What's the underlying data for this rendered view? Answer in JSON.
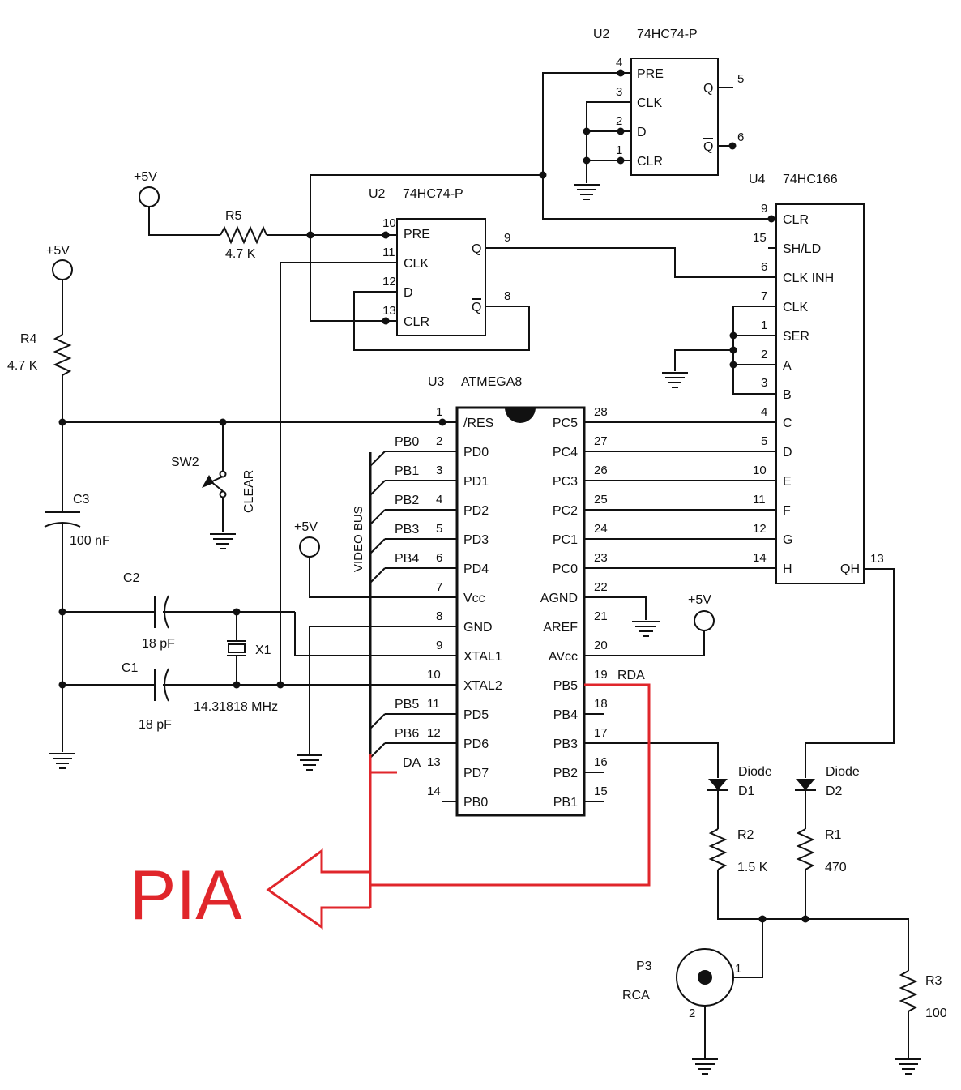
{
  "colors": {
    "wire": "#111111",
    "pia_accent": "#e0262b",
    "background": "#ffffff"
  },
  "components": {
    "u2_top": {
      "ref": "U2",
      "part": "74HC74-P",
      "pins": {
        "pre": "PRE",
        "clk": "CLK",
        "d": "D",
        "clr": "CLR",
        "q": "Q",
        "qn": "Q"
      },
      "pin_numbers": {
        "pre": "4",
        "clk": "3",
        "d": "2",
        "clr": "1",
        "q": "5",
        "qn": "6"
      }
    },
    "u2_mid": {
      "ref": "U2",
      "part": "74HC74-P",
      "pins": {
        "pre": "PRE",
        "clk": "CLK",
        "d": "D",
        "clr": "CLR",
        "q": "Q",
        "qn": "Q"
      },
      "pin_numbers": {
        "pre": "10",
        "clk": "11",
        "d": "12",
        "clr": "13",
        "q": "9",
        "qn": "8"
      }
    },
    "u4": {
      "ref": "U4",
      "part": "74HC166",
      "pins": {
        "clr": "CLR",
        "shld": "SH/LD",
        "clkinh": "CLK INH",
        "clk": "CLK",
        "ser": "SER",
        "a": "A",
        "b": "B",
        "c": "C",
        "d": "D",
        "e": "E",
        "f": "F",
        "g": "G",
        "h": "H",
        "qh": "QH"
      },
      "pin_numbers": {
        "clr": "9",
        "shld": "15",
        "clkinh": "6",
        "clk": "7",
        "ser": "1",
        "a": "2",
        "b": "3",
        "c": "4",
        "d": "5",
        "e": "10",
        "f": "11",
        "g": "12",
        "h": "14",
        "qh": "13"
      }
    },
    "u3": {
      "ref": "U3",
      "part": "ATMEGA8",
      "left_pins": [
        {
          "name": "/RES",
          "num": "1"
        },
        {
          "name": "PD0",
          "num": "2"
        },
        {
          "name": "PD1",
          "num": "3"
        },
        {
          "name": "PD2",
          "num": "4"
        },
        {
          "name": "PD3",
          "num": "5"
        },
        {
          "name": "PD4",
          "num": "6"
        },
        {
          "name": "Vcc",
          "num": "7"
        },
        {
          "name": "GND",
          "num": "8"
        },
        {
          "name": "XTAL1",
          "num": "9"
        },
        {
          "name": "XTAL2",
          "num": "10"
        },
        {
          "name": "PD5",
          "num": "11"
        },
        {
          "name": "PD6",
          "num": "12"
        },
        {
          "name": "PD7",
          "num": "13"
        },
        {
          "name": "PB0",
          "num": "14"
        }
      ],
      "right_pins": [
        {
          "name": "PC5",
          "num": "28"
        },
        {
          "name": "PC4",
          "num": "27"
        },
        {
          "name": "PC3",
          "num": "26"
        },
        {
          "name": "PC2",
          "num": "25"
        },
        {
          "name": "PC1",
          "num": "24"
        },
        {
          "name": "PC0",
          "num": "23"
        },
        {
          "name": "AGND",
          "num": "22"
        },
        {
          "name": "AREF",
          "num": "21"
        },
        {
          "name": "AVcc",
          "num": "20"
        },
        {
          "name": "PB5",
          "num": "19"
        },
        {
          "name": "PB4",
          "num": "18"
        },
        {
          "name": "PB3",
          "num": "17"
        },
        {
          "name": "PB2",
          "num": "16"
        },
        {
          "name": "PB1",
          "num": "15"
        }
      ]
    },
    "r5": {
      "ref": "R5",
      "value": "4.7 K"
    },
    "r4": {
      "ref": "R4",
      "value": "4.7 K"
    },
    "c3": {
      "ref": "C3",
      "value": "100 nF"
    },
    "c2": {
      "ref": "C2",
      "value": "18 pF"
    },
    "c1": {
      "ref": "C1",
      "value": "18 pF"
    },
    "x1": {
      "ref": "X1",
      "value": "14.31818 MHz"
    },
    "sw2": {
      "ref": "SW2",
      "label": "CLEAR"
    },
    "d1": {
      "type": "Diode",
      "ref": "D1"
    },
    "d2": {
      "type": "Diode",
      "ref": "D2"
    },
    "r2": {
      "ref": "R2",
      "value": "1.5 K"
    },
    "r1": {
      "ref": "R1",
      "value": "470"
    },
    "r3": {
      "ref": "R3",
      "value": "100"
    },
    "p3": {
      "ref": "P3",
      "type": "RCA",
      "pin1": "1",
      "pin2": "2"
    }
  },
  "net_labels": {
    "supply": "+5V",
    "video_bus": "VIDEO BUS",
    "bus_taps": [
      "PB0",
      "PB1",
      "PB2",
      "PB3",
      "PB4"
    ],
    "bus_taps_low": [
      "PB5",
      "PB6"
    ],
    "da": "DA",
    "rda": "RDA"
  },
  "pia": {
    "label": "PIA"
  }
}
